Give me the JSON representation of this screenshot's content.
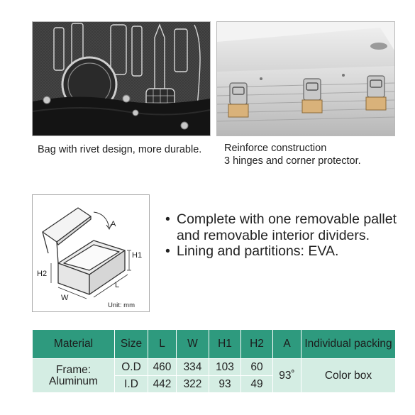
{
  "captions": {
    "bag": "Bag with rivet design, more durable.",
    "case_line1": "Reinforce construction",
    "case_line2": "3 hinges and corner protector."
  },
  "diagram": {
    "label_a": "A",
    "label_h1": "H1",
    "label_h2": "H2",
    "label_l": "L",
    "label_w": "W",
    "unit": "Unit: mm"
  },
  "features": [
    "Complete with one removable pallet and removable interior dividers.",
    "Lining and partitions: EVA."
  ],
  "bullet_char": "•",
  "table": {
    "headers": {
      "material": "Material",
      "size": "Size",
      "l": "L",
      "w": "W",
      "h1": "H1",
      "h2": "H2",
      "a": "A",
      "packing": "Individual packing"
    },
    "material_line1": "Frame:",
    "material_line2": "Aluminum",
    "angle": "93˚",
    "packing": "Color box",
    "rows": [
      {
        "size": "O.D",
        "l": "460",
        "w": "334",
        "h1": "103",
        "h2": "60"
      },
      {
        "size": "I.D",
        "l": "442",
        "w": "322",
        "h1": "93",
        "h2": "49"
      }
    ],
    "header_color": "#2e9a7e",
    "cell_color": "#d4ede3"
  }
}
